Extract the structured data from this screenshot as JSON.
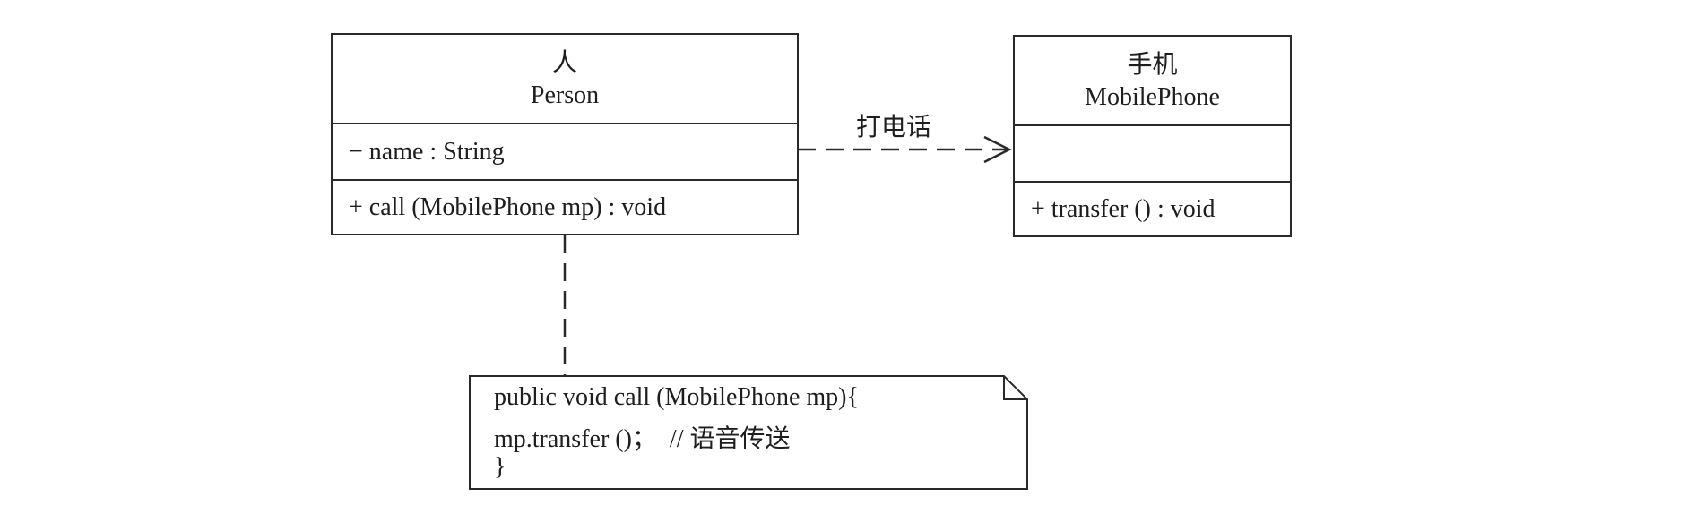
{
  "classes": {
    "person": {
      "name_cn": "人",
      "name_en": "Person",
      "attribute": "− name : String",
      "method": "+ call (MobilePhone mp) : void"
    },
    "mobile": {
      "name_cn": "手机",
      "name_en": "MobilePhone",
      "method": "+ transfer () : void"
    }
  },
  "dependency": {
    "label": "打电话"
  },
  "note": {
    "lines": [
      "public void call (MobilePhone mp){",
      "mp.transfer ()；  // 语音传送",
      "}"
    ]
  }
}
